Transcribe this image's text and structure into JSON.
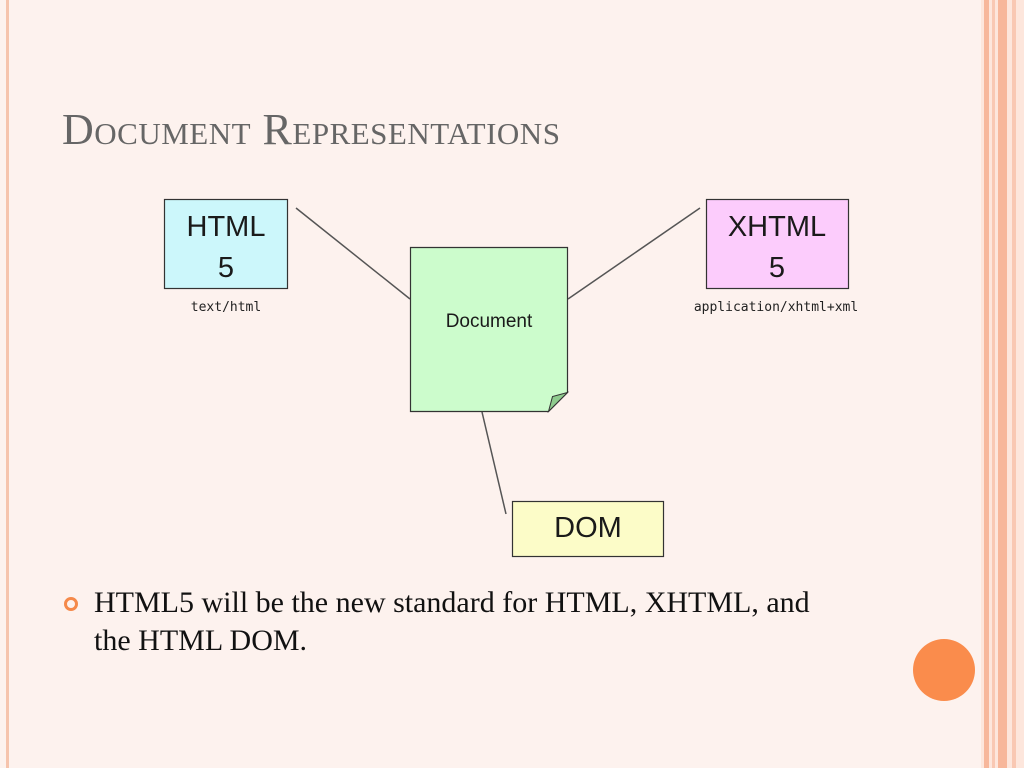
{
  "slide": {
    "title": "Document Representations",
    "bullets": [
      "HTML5 will be the new standard for HTML, XHTML, and the HTML DOM."
    ]
  },
  "diagram": {
    "html5": {
      "line1": "HTML",
      "line2": "5",
      "mime": "text/html"
    },
    "xhtml5": {
      "line1": "XHTML",
      "line2": "5",
      "mime": "application/xhtml+xml"
    },
    "document": {
      "label": "Document"
    },
    "dom": {
      "label": "DOM"
    }
  },
  "colors": {
    "slide_background": "#fdf2ee",
    "html5_box": "#ccf7fb",
    "xhtml5_box": "#fcccfc",
    "document_box": "#ccfccc",
    "dom_box": "#fcfcc8",
    "accent": "#fa8c4c",
    "title_text": "#666666"
  },
  "icons": {
    "bullet": "orange-ring-bullet-icon",
    "decoration": "orange-circle"
  }
}
